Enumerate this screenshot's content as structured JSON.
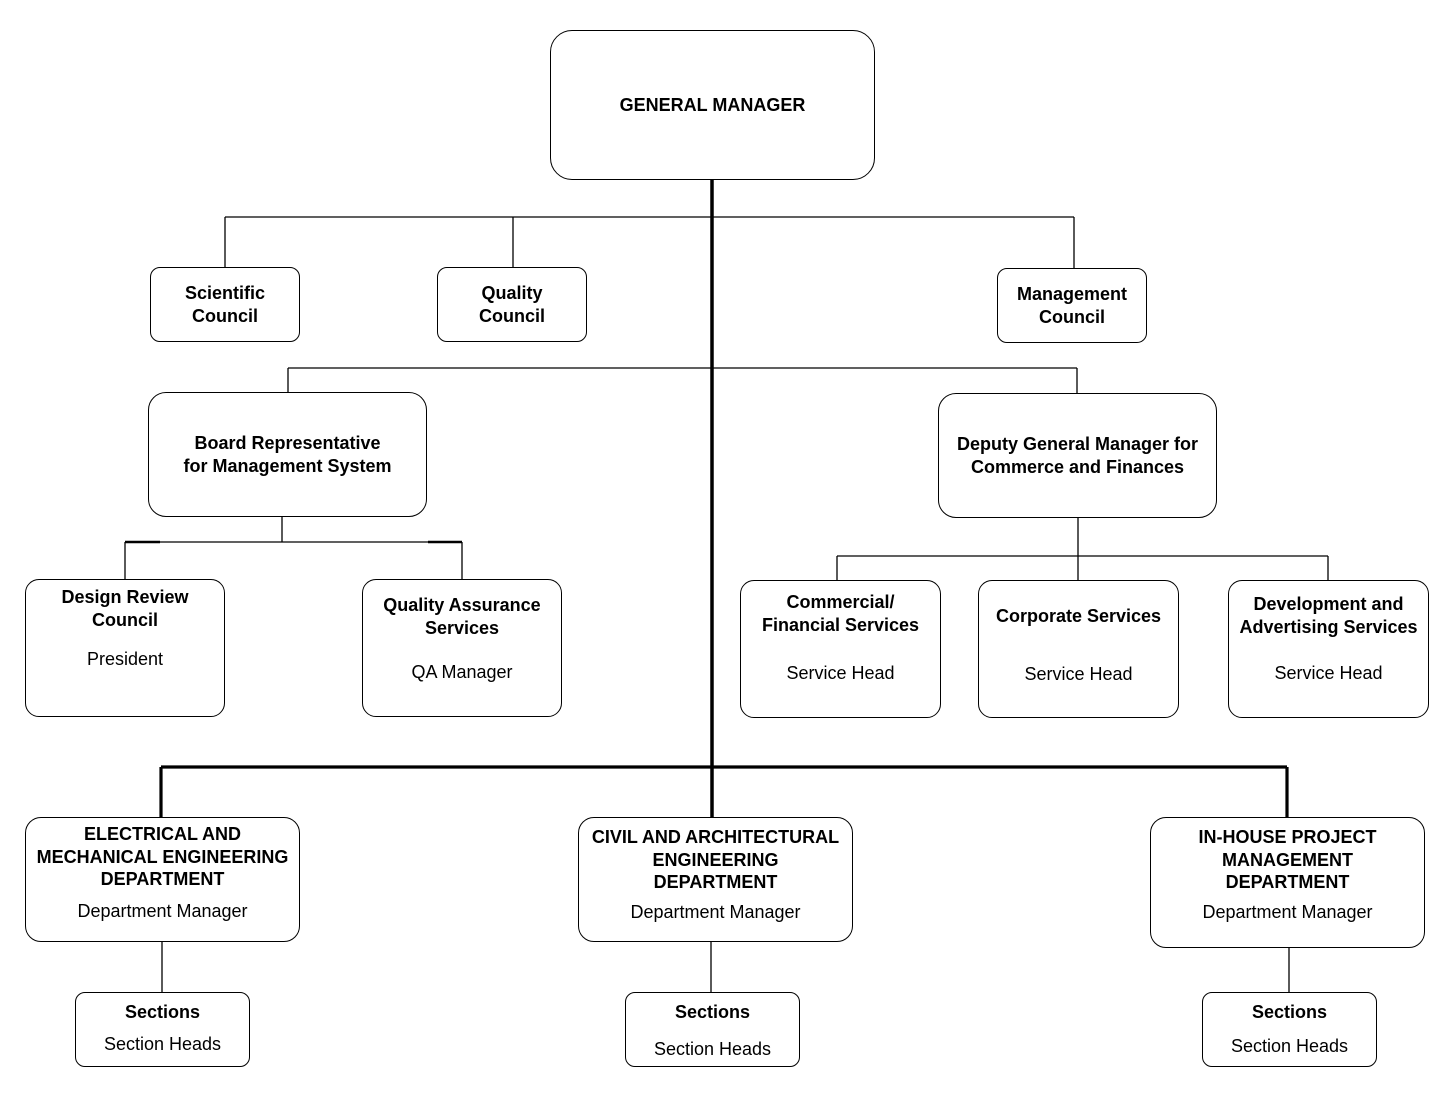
{
  "nodes": {
    "general_manager": {
      "title": "GENERAL MANAGER"
    },
    "scientific_council": {
      "title_lines": [
        "Scientific",
        "Council"
      ]
    },
    "quality_council": {
      "title_lines": [
        "Quality",
        "Council"
      ]
    },
    "management_council": {
      "title_lines": [
        "Management",
        "Council"
      ]
    },
    "board_representative": {
      "title_lines": [
        "Board Representative",
        "for Management System"
      ]
    },
    "deputy_gm": {
      "title_lines": [
        "Deputy General Manager for",
        "Commerce and Finances"
      ]
    },
    "design_review_council": {
      "title_lines": [
        "Design Review",
        "Council"
      ],
      "role": "President"
    },
    "qa_services": {
      "title_lines": [
        "Quality Assurance",
        "Services"
      ],
      "role": "QA Manager"
    },
    "commercial_financial": {
      "title_lines": [
        "Commercial/",
        "Financial Services"
      ],
      "role": "Service Head"
    },
    "corporate_services": {
      "title_lines": [
        "Corporate Services"
      ],
      "role": "Service Head"
    },
    "development_advertising": {
      "title_lines": [
        "Development and",
        "Advertising Services"
      ],
      "role": "Service Head"
    },
    "electrical_mechanical": {
      "title_lines": [
        "ELECTRICAL AND",
        "MECHANICAL ENGINEERING",
        "DEPARTMENT"
      ],
      "role": "Department Manager"
    },
    "civil_architectural": {
      "title_lines": [
        "CIVIL AND ARCHITECTURAL",
        "ENGINEERING",
        "DEPARTMENT"
      ],
      "role": "Department Manager"
    },
    "inhouse_project": {
      "title_lines": [
        "IN-HOUSE PROJECT",
        "MANAGEMENT",
        "DEPARTMENT"
      ],
      "role": "Department Manager"
    },
    "sections_1": {
      "title_lines": [
        "Sections"
      ],
      "role": "Section Heads"
    },
    "sections_2": {
      "title_lines": [
        "Sections"
      ],
      "role": "Section Heads"
    },
    "sections_3": {
      "title_lines": [
        "Sections"
      ],
      "role": "Section Heads"
    }
  }
}
